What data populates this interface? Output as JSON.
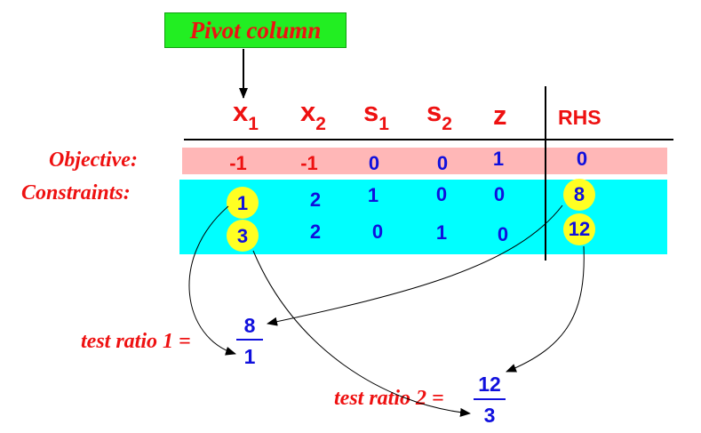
{
  "pivot_label": "Pivot column",
  "headers": {
    "x1": "x",
    "x1_sub": "1",
    "x2": "x",
    "x2_sub": "2",
    "s1": "s",
    "s1_sub": "1",
    "s2": "s",
    "s2_sub": "2",
    "z": "z",
    "rhs": "RHS"
  },
  "row_labels": {
    "objective": "Objective:",
    "constraints": "Constraints:"
  },
  "objective_row": [
    "-1",
    "-1",
    "0",
    "0",
    "1",
    "0"
  ],
  "constraint_row_1": [
    "1",
    "2",
    "1",
    "0",
    "0",
    "8"
  ],
  "constraint_row_2": [
    "3",
    "2",
    "0",
    "1",
    "0",
    "12"
  ],
  "ratio_1": {
    "label": "test ratio 1 =",
    "numerator": "8",
    "denominator": "1"
  },
  "ratio_2": {
    "label": "test ratio 2 =",
    "numerator": "12",
    "denominator": "3"
  },
  "colors": {
    "red": "#ee1111",
    "blue": "#1010dd",
    "yellow": "#ffff22",
    "cyan": "#00ffff",
    "pink": "#ffb7b7",
    "green": "#22ee22"
  }
}
